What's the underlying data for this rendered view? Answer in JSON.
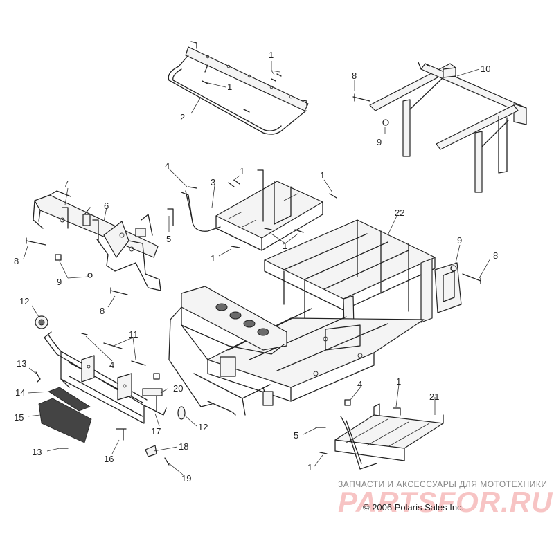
{
  "callouts": [
    {
      "id": "c1a",
      "text": "1"
    },
    {
      "id": "c1b",
      "text": "1"
    },
    {
      "id": "c1c",
      "text": "1"
    },
    {
      "id": "c1d",
      "text": "1"
    },
    {
      "id": "c1e",
      "text": "1"
    },
    {
      "id": "c1f",
      "text": "1"
    },
    {
      "id": "c1g",
      "text": "1"
    },
    {
      "id": "c1h",
      "text": "1"
    },
    {
      "id": "c2",
      "text": "2"
    },
    {
      "id": "c3",
      "text": "3"
    },
    {
      "id": "c4a",
      "text": "4"
    },
    {
      "id": "c4b",
      "text": "4"
    },
    {
      "id": "c4c",
      "text": "4"
    },
    {
      "id": "c5a",
      "text": "5"
    },
    {
      "id": "c5b",
      "text": "5"
    },
    {
      "id": "c6",
      "text": "6"
    },
    {
      "id": "c7",
      "text": "7"
    },
    {
      "id": "c8a",
      "text": "8"
    },
    {
      "id": "c8b",
      "text": "8"
    },
    {
      "id": "c8c",
      "text": "8"
    },
    {
      "id": "c8d",
      "text": "8"
    },
    {
      "id": "c9a",
      "text": "9"
    },
    {
      "id": "c9b",
      "text": "9"
    },
    {
      "id": "c9c",
      "text": "9"
    },
    {
      "id": "c10",
      "text": "10"
    },
    {
      "id": "c11",
      "text": "11"
    },
    {
      "id": "c12a",
      "text": "12"
    },
    {
      "id": "c12b",
      "text": "12"
    },
    {
      "id": "c13a",
      "text": "13"
    },
    {
      "id": "c13b",
      "text": "13"
    },
    {
      "id": "c14",
      "text": "14"
    },
    {
      "id": "c15",
      "text": "15"
    },
    {
      "id": "c16",
      "text": "16"
    },
    {
      "id": "c17",
      "text": "17"
    },
    {
      "id": "c18",
      "text": "18"
    },
    {
      "id": "c19",
      "text": "19"
    },
    {
      "id": "c20",
      "text": "20"
    },
    {
      "id": "c21",
      "text": "21"
    },
    {
      "id": "c22",
      "text": "22"
    }
  ],
  "watermark": {
    "caption": "ЗАПЧАСТИ И АКСЕССУАРЫ ДЛЯ МОТОТЕХНИКИ",
    "logo": "PARTSFOR.RU"
  },
  "copyright": "© 2006 Polaris Sales Inc."
}
